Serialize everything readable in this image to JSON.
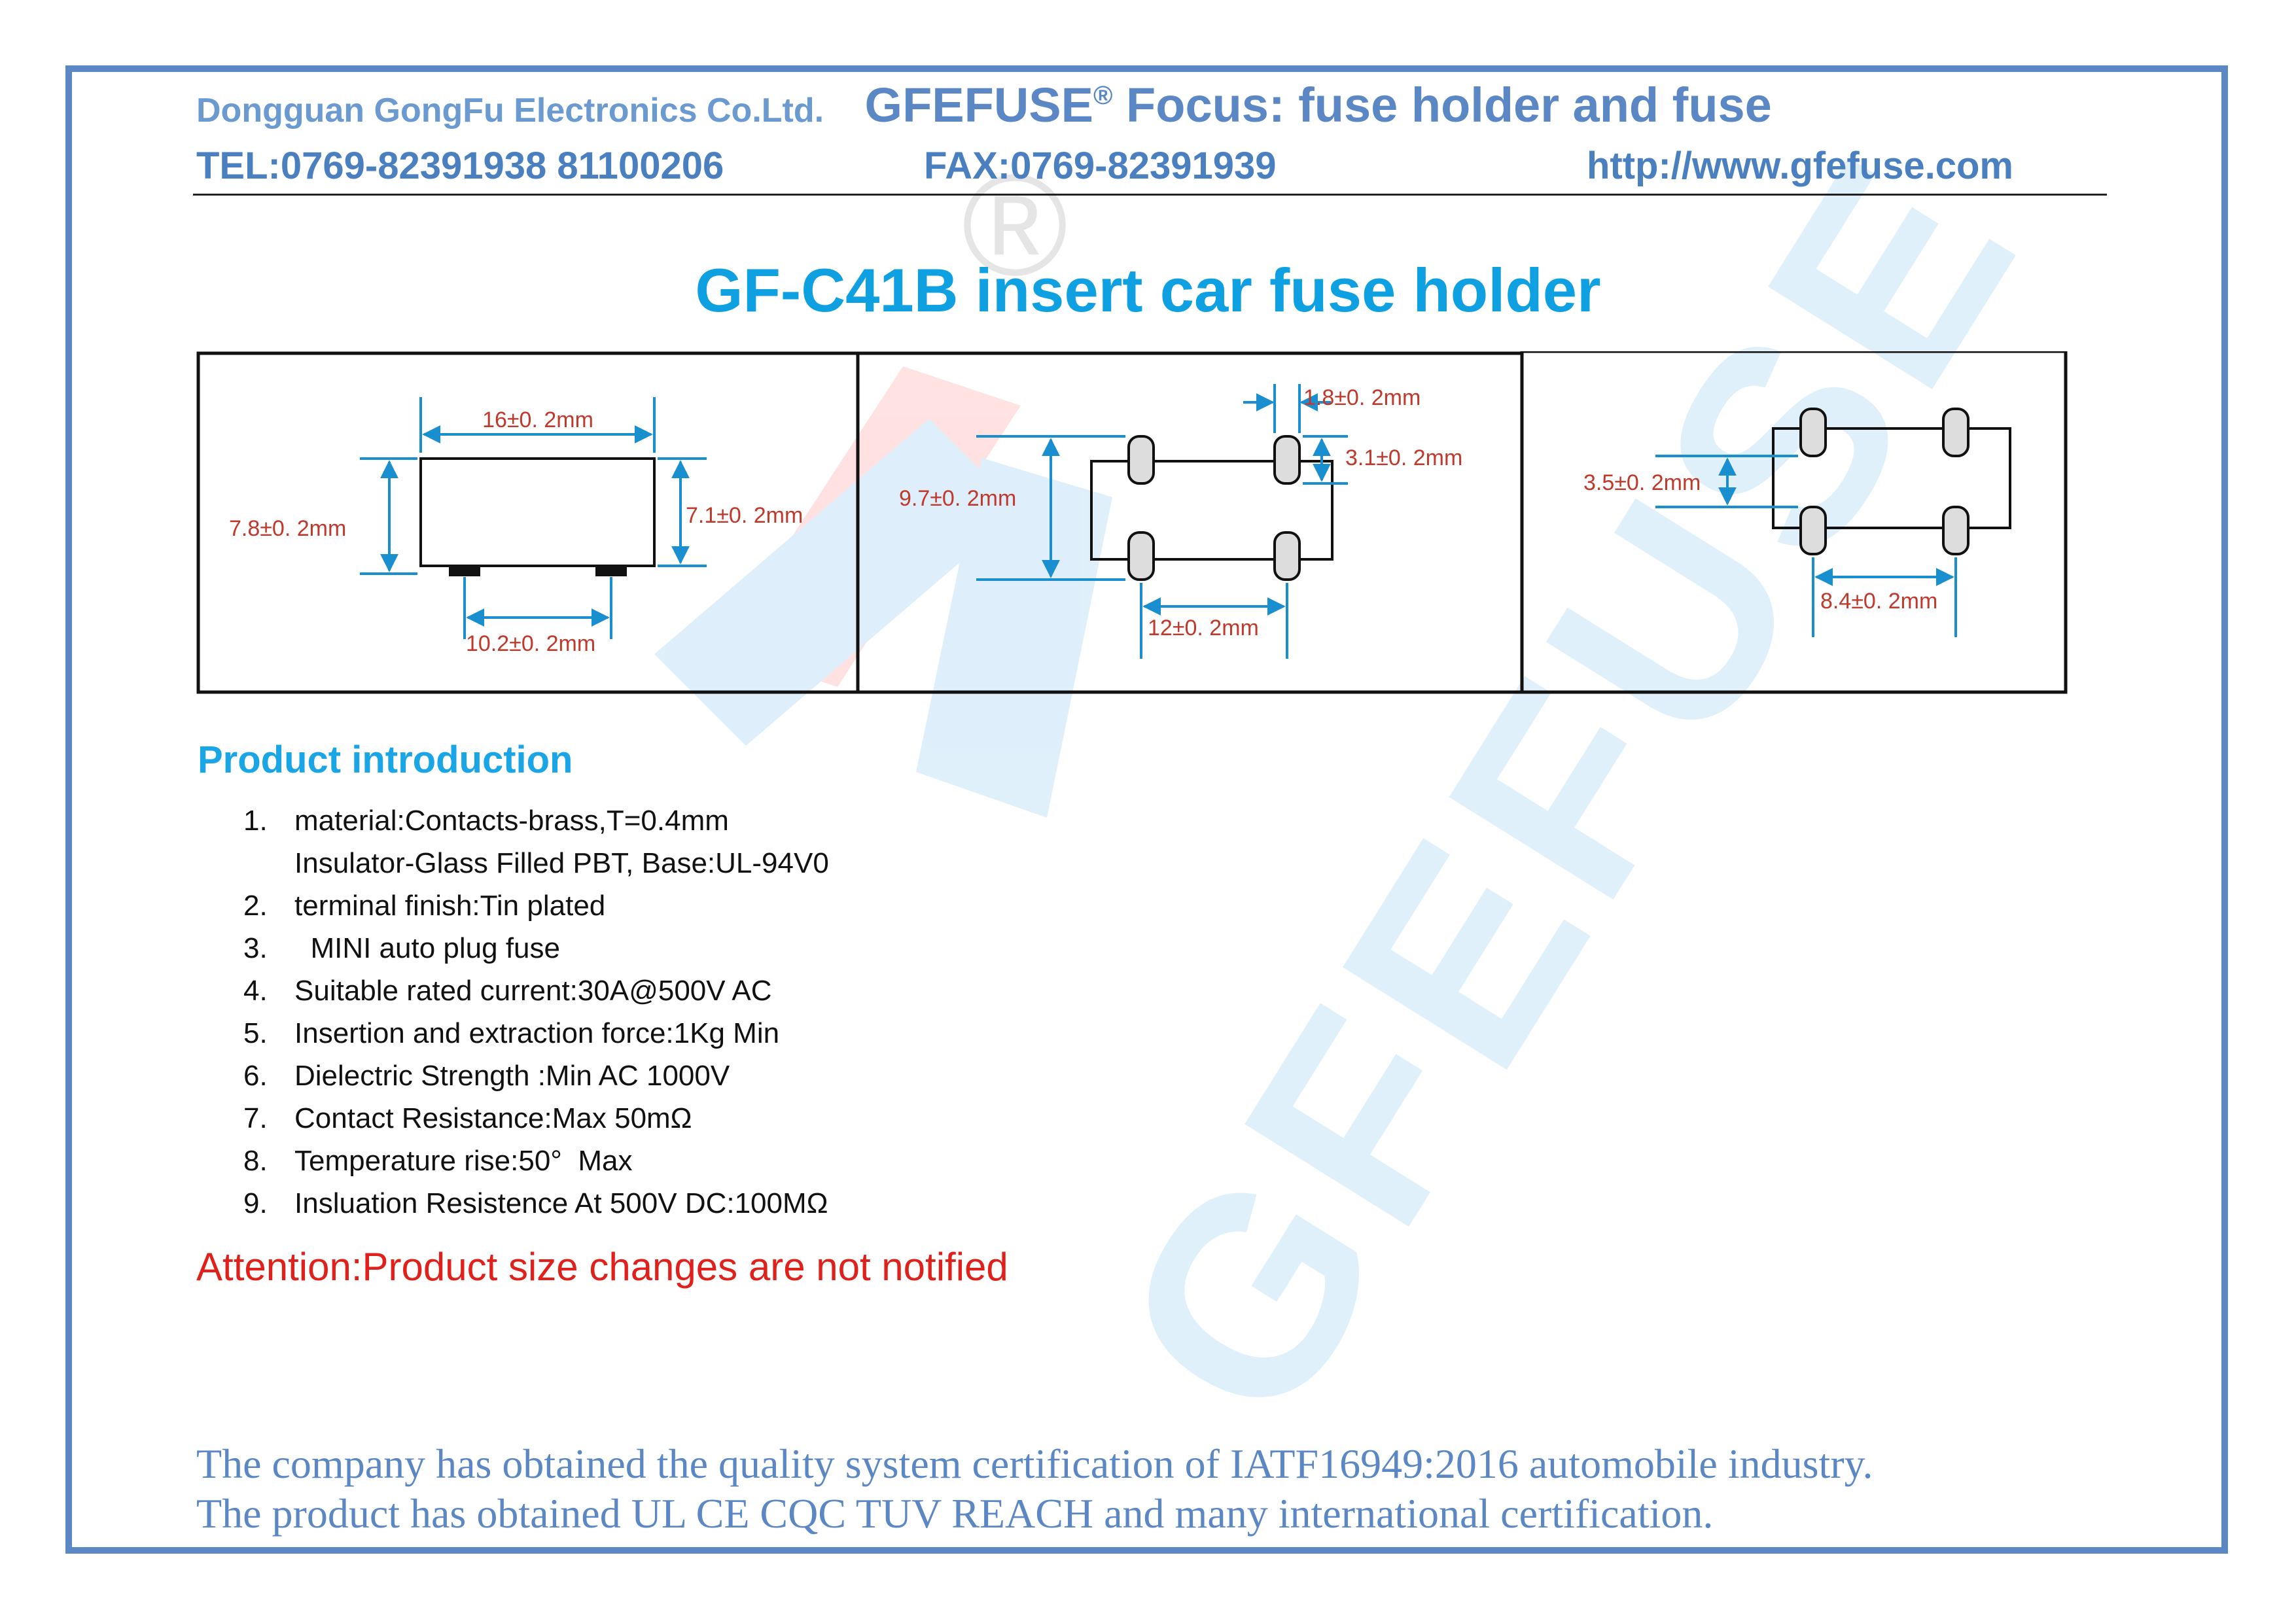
{
  "header": {
    "company": "Dongguan GongFu Electronics Co.Ltd.",
    "brand": "GFEFUSE",
    "brand_mark": "®",
    "focus": "Focus: fuse holder and fuse",
    "tel": "TEL:0769-82391938 81100206",
    "fax": "FAX:0769-82391939",
    "url": "http://www.gfefuse.com"
  },
  "title": "GF-C41B insert car fuse holder",
  "drawings": {
    "side": {
      "width": "16±0. 2mm",
      "height_left": "7.8±0. 2mm",
      "height_right": "7.1±0. 2mm",
      "pin_spacing": "10.2±0. 2mm"
    },
    "top": {
      "pin_width": "1.8±0. 2mm",
      "pin_length": "3.1±0. 2mm",
      "row_span": "9.7±0. 2mm",
      "col_span": "12±0. 2mm"
    },
    "bottom": {
      "pin_offset": "3.5±0. 2mm",
      "pin_spacing": "8.4±0. 2mm"
    }
  },
  "section_title": "Product introduction",
  "items": [
    {
      "num": "1.",
      "text": "material:Contacts-brass,T=0.4mm"
    },
    {
      "num": "",
      "text": "Insulator-Glass Filled PBT, Base:UL-94V0"
    },
    {
      "num": "2.",
      "text": "terminal finish:Tin plated"
    },
    {
      "num": "3.",
      "text": "  MINI auto plug fuse"
    },
    {
      "num": "4.",
      "text": "Suitable rated current:30A@500V AC"
    },
    {
      "num": "5.",
      "text": "Insertion and extraction force:1Kg Min"
    },
    {
      "num": "6.",
      "text": "Dielectric Strength :Min AC 1000V"
    },
    {
      "num": "7.",
      "text": "Contact Resistance:Max 50mΩ"
    },
    {
      "num": "8.",
      "text": "Temperature rise:50°  Max"
    },
    {
      "num": "9.",
      "text": "Insluation Resistence At 500V DC:100MΩ"
    }
  ],
  "attention": "Attention:Product size changes are not notified",
  "footer": {
    "line1": "The company has obtained the quality system certification of IATF16949:2016 automobile industry.",
    "line2": "The product has obtained UL CE CQC TUV REACH and many international certification."
  },
  "watermark": {
    "text": "GFEFUSE",
    "mark": "®"
  },
  "colors": {
    "frame": "#5b87c4",
    "title": "#0ea0e0",
    "dimension": "#1a8fd0",
    "dimension_text": "#c0392b",
    "attention": "#e0201a"
  }
}
